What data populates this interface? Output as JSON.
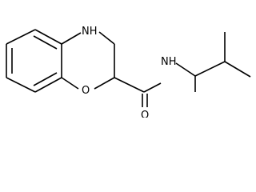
{
  "structure": {
    "atoms": {
      "nh": "NH",
      "o_ring": "O",
      "o_carbonyl": "O",
      "nh_amide": "NH"
    }
  }
}
